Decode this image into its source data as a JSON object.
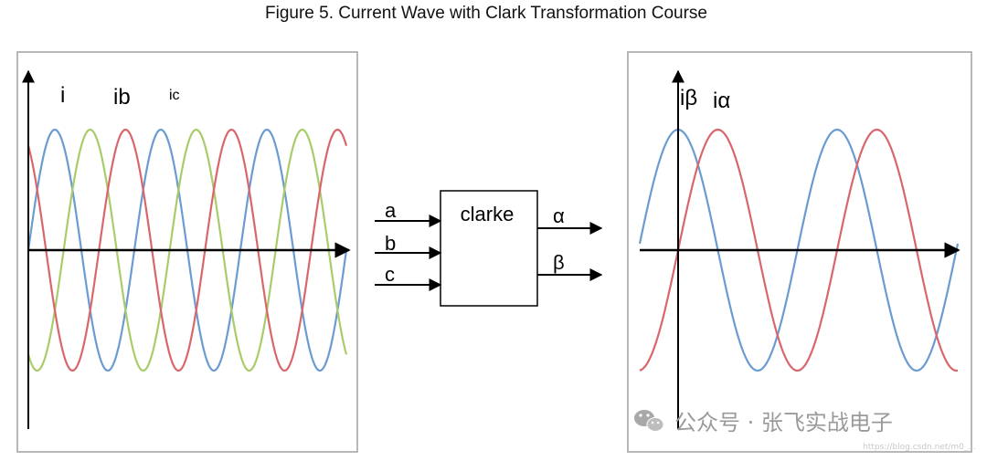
{
  "title": "Figure 5. Current Wave with Clark Transformation Course",
  "left_panel": {
    "labels": [
      "i",
      "ib",
      "ic"
    ]
  },
  "block": {
    "name": "clarke",
    "inputs": [
      "a",
      "b",
      "c"
    ],
    "outputs": [
      "α",
      "β"
    ]
  },
  "right_panel": {
    "labels": [
      "iβ",
      "iα"
    ]
  },
  "watermark": {
    "text": "公众号 · 张飞实战电子",
    "url": "https://blog.csdn.net/m0_..."
  },
  "colors": {
    "blue": "#6a9bd1",
    "red": "#d9666d",
    "green": "#a9cc6b",
    "axis": "#000000",
    "border": "#a0a0a0"
  },
  "chart_data": [
    {
      "type": "line",
      "panel": "left",
      "series": [
        {
          "name": "i",
          "color": "blue",
          "phase_deg": 0
        },
        {
          "name": "ib",
          "color": "green",
          "phase_deg": -120
        },
        {
          "name": "ic",
          "color": "red",
          "phase_deg": 120
        }
      ],
      "cycles": 3
    },
    {
      "type": "line",
      "panel": "right",
      "series": [
        {
          "name": "iβ",
          "color": "blue",
          "phase_deg": 90
        },
        {
          "name": "iα",
          "color": "red",
          "phase_deg": 0
        }
      ],
      "cycles": 2
    }
  ]
}
